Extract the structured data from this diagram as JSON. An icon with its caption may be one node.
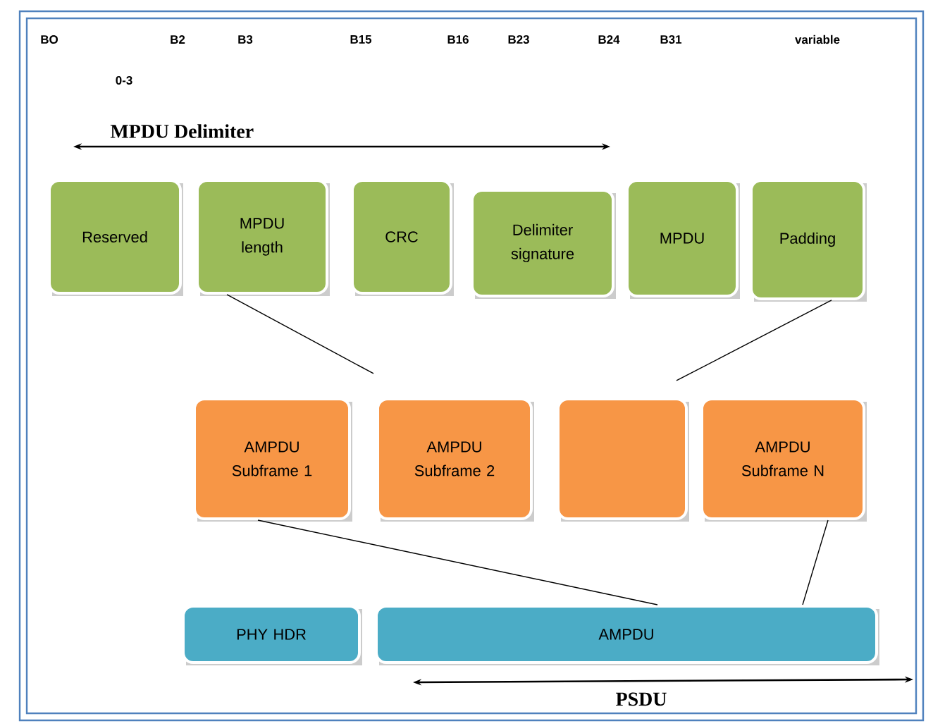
{
  "diagram": {
    "nodes": [
      {
        "text": [
          "Reserved"
        ]
      },
      {
        "text": [
          "MPDU length"
        ]
      },
      {
        "text": [
          "CRC"
        ]
      },
      {
        "text": [
          "Delimiter signature"
        ]
      },
      {
        "text": [
          "MPDU"
        ]
      },
      {
        "text": [
          "Padding"
        ]
      },
      {
        "text": [
          "AMPDU Subframe 1"
        ]
      },
      {
        "text": [
          "AMPDU Subframe 2"
        ]
      },
      {
        "text": [],
        "shape": "box"
      },
      {
        "text": [
          "AMPDU Subframe N"
        ]
      },
      {
        "text": [
          "PHY  HDR"
        ]
      },
      {
        "text": [
          "AMPDU"
        ]
      }
    ],
    "edges": [
      {
        "from": 1,
        "to": null,
        "arrow": "none"
      },
      {
        "from": 5,
        "to": null,
        "arrow": "none"
      },
      {
        "from": 6,
        "to": 11,
        "arrow": "none"
      },
      {
        "from": 9,
        "to": 11,
        "arrow": "none"
      }
    ],
    "labels": [
      "BO",
      "B2",
      "B3",
      "B15",
      "B16",
      "B23",
      "B24",
      "B31",
      "variable",
      "0-3",
      "MPDU   Delimiter",
      "PSDU"
    ]
  }
}
